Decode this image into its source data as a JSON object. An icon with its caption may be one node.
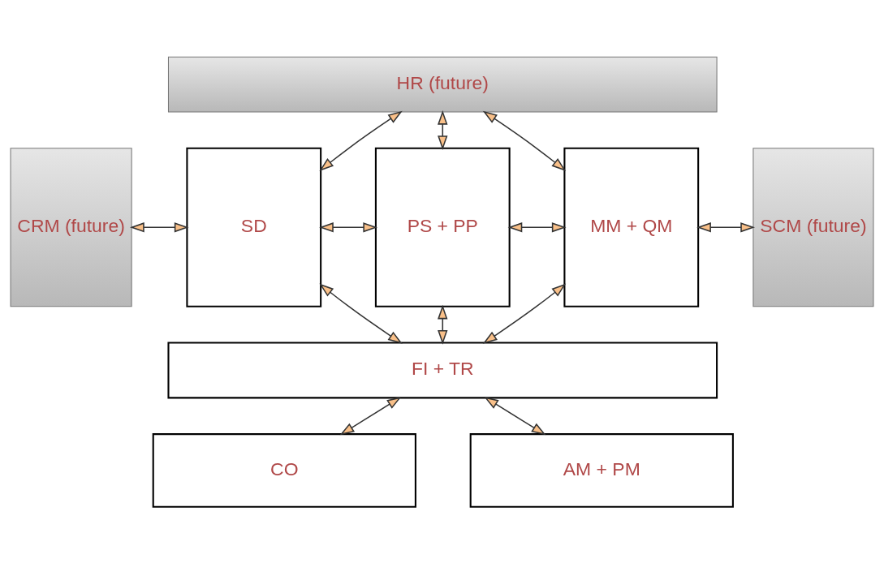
{
  "diagram": {
    "nodes": [
      {
        "text": [
          "HR (future)"
        ]
      },
      {
        "text": [
          "CRM (future)"
        ]
      },
      {
        "text": [
          "SD"
        ]
      },
      {
        "text": [
          "PS + PP"
        ]
      },
      {
        "text": [
          "MM + QM"
        ]
      },
      {
        "text": [
          "SCM (future)"
        ]
      },
      {
        "text": [
          "FI + TR"
        ]
      },
      {
        "text": [
          "CO"
        ]
      },
      {
        "text": [
          "AM + PM"
        ]
      }
    ],
    "edges": [
      {
        "from": 0,
        "to": 2,
        "arrow": "both"
      },
      {
        "from": 0,
        "to": 3,
        "arrow": "both"
      },
      {
        "from": 0,
        "to": 4,
        "arrow": "both"
      },
      {
        "from": 1,
        "to": 2,
        "arrow": "both"
      },
      {
        "from": 2,
        "to": 3,
        "arrow": "both"
      },
      {
        "from": 3,
        "to": 4,
        "arrow": "both"
      },
      {
        "from": 4,
        "to": 5,
        "arrow": "both"
      },
      {
        "from": 2,
        "to": 6,
        "arrow": "both"
      },
      {
        "from": 3,
        "to": 6,
        "arrow": "both"
      },
      {
        "from": 4,
        "to": 6,
        "arrow": "both"
      },
      {
        "from": 6,
        "to": 7,
        "arrow": "both"
      },
      {
        "from": 6,
        "to": 8,
        "arrow": "both"
      }
    ]
  }
}
